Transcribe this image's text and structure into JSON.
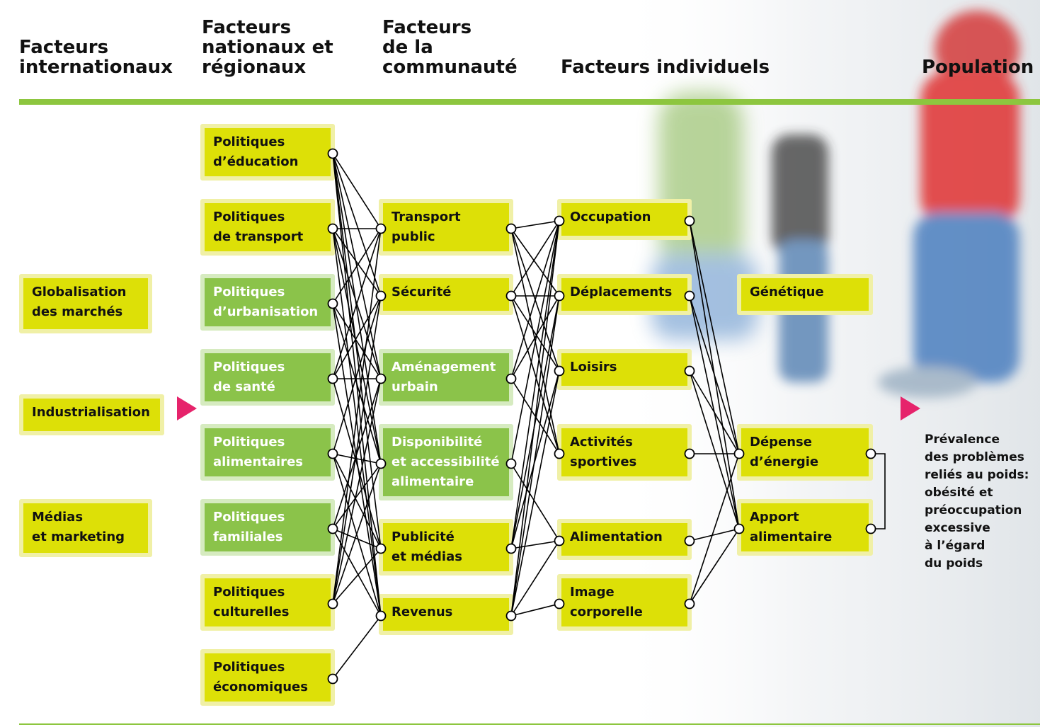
{
  "headers": {
    "international": "Facteurs\ninternationaux",
    "national": "Facteurs\nnationaux et\nrégionaux",
    "community": "Facteurs\nde la\ncommunauté",
    "individual": "Facteurs individuels",
    "population": "Population"
  },
  "nodes": {
    "globalisation": "Globalisation\ndes marchés",
    "industrialisation": "Industrialisation",
    "medias_marketing": "Médias\net marketing",
    "pol_education": "Politiques\nd’éducation",
    "pol_transport": "Politiques\nde transport",
    "pol_urbanisation": "Politiques\nd’urbanisation",
    "pol_sante": "Politiques\nde santé",
    "pol_alimentaires": "Politiques\nalimentaires",
    "pol_familiales": "Politiques\nfamiliales",
    "pol_culturelles": "Politiques\nculturelles",
    "pol_economiques": "Politiques\néconomiques",
    "transport_public": "Transport\npublic",
    "securite": "Sécurité",
    "amenagement": "Aménagement\nurbain",
    "disponibilite": "Disponibilité\net accessibilité\nalimentaire",
    "publicite": "Publicité\net médias",
    "revenus": "Revenus",
    "occupation": "Occupation",
    "deplacements": "Déplacements",
    "loisirs": "Loisirs",
    "activites": "Activités\nsportives",
    "alimentation": "Alimentation",
    "image": "Image\ncorporelle",
    "genetique": "Génétique",
    "depense": "Dépense\nd’énergie",
    "apport": "Apport\nalimentaire"
  },
  "outcome": "Prévalence\ndes problèmes\nreliés au poids:\nobésité et\npréoccupation\nexcessive\nà l’égard\ndu poids",
  "colors": {
    "accent_line": "#8dc63f",
    "box_yellow": "#dde007",
    "box_green": "#8bc34a",
    "arrow": "#e6236b"
  },
  "edges": [
    [
      "pol_education",
      "transport_public"
    ],
    [
      "pol_education",
      "securite"
    ],
    [
      "pol_education",
      "amenagement"
    ],
    [
      "pol_education",
      "disponibilite"
    ],
    [
      "pol_education",
      "publicite"
    ],
    [
      "pol_education",
      "revenus"
    ],
    [
      "pol_transport",
      "transport_public"
    ],
    [
      "pol_transport",
      "securite"
    ],
    [
      "pol_transport",
      "amenagement"
    ],
    [
      "pol_transport",
      "disponibilite"
    ],
    [
      "pol_transport",
      "revenus"
    ],
    [
      "pol_urbanisation",
      "transport_public"
    ],
    [
      "pol_urbanisation",
      "amenagement"
    ],
    [
      "pol_urbanisation",
      "disponibilite"
    ],
    [
      "pol_urbanisation",
      "revenus"
    ],
    [
      "pol_sante",
      "transport_public"
    ],
    [
      "pol_sante",
      "securite"
    ],
    [
      "pol_sante",
      "amenagement"
    ],
    [
      "pol_sante",
      "publicite"
    ],
    [
      "pol_alimentaires",
      "securite"
    ],
    [
      "pol_alimentaires",
      "disponibilite"
    ],
    [
      "pol_alimentaires",
      "publicite"
    ],
    [
      "pol_alimentaires",
      "revenus"
    ],
    [
      "pol_familiales",
      "amenagement"
    ],
    [
      "pol_familiales",
      "disponibilite"
    ],
    [
      "pol_familiales",
      "publicite"
    ],
    [
      "pol_familiales",
      "revenus"
    ],
    [
      "pol_culturelles",
      "transport_public"
    ],
    [
      "pol_culturelles",
      "securite"
    ],
    [
      "pol_culturelles",
      "amenagement"
    ],
    [
      "pol_culturelles",
      "disponibilite"
    ],
    [
      "pol_culturelles",
      "publicite"
    ],
    [
      "pol_economiques",
      "revenus"
    ],
    [
      "transport_public",
      "occupation"
    ],
    [
      "transport_public",
      "deplacements"
    ],
    [
      "transport_public",
      "loisirs"
    ],
    [
      "transport_public",
      "activites"
    ],
    [
      "securite",
      "occupation"
    ],
    [
      "securite",
      "deplacements"
    ],
    [
      "securite",
      "loisirs"
    ],
    [
      "securite",
      "activites"
    ],
    [
      "amenagement",
      "occupation"
    ],
    [
      "amenagement",
      "deplacements"
    ],
    [
      "amenagement",
      "activites"
    ],
    [
      "disponibilite",
      "alimentation"
    ],
    [
      "disponibilite",
      "occupation"
    ],
    [
      "publicite",
      "occupation"
    ],
    [
      "publicite",
      "deplacements"
    ],
    [
      "publicite",
      "loisirs"
    ],
    [
      "publicite",
      "alimentation"
    ],
    [
      "revenus",
      "occupation"
    ],
    [
      "revenus",
      "deplacements"
    ],
    [
      "revenus",
      "loisirs"
    ],
    [
      "revenus",
      "alimentation"
    ],
    [
      "revenus",
      "image"
    ],
    [
      "occupation",
      "depense"
    ],
    [
      "occupation",
      "apport"
    ],
    [
      "deplacements",
      "depense"
    ],
    [
      "deplacements",
      "apport"
    ],
    [
      "loisirs",
      "depense"
    ],
    [
      "loisirs",
      "apport"
    ],
    [
      "activites",
      "depense"
    ],
    [
      "alimentation",
      "apport"
    ],
    [
      "image",
      "depense"
    ],
    [
      "image",
      "apport"
    ]
  ]
}
